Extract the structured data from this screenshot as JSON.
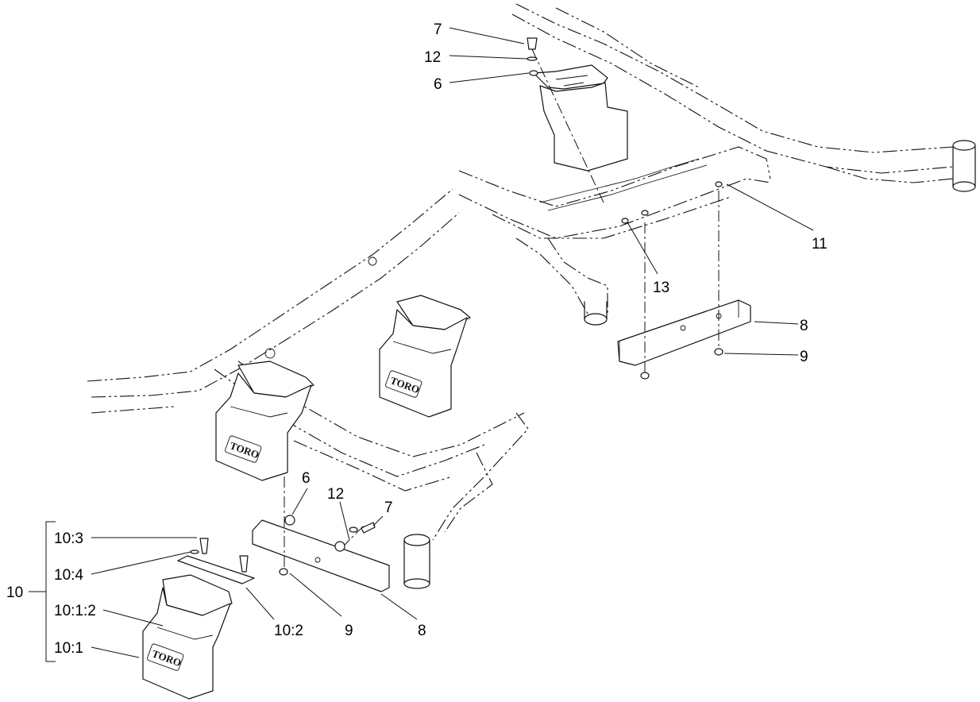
{
  "callouts": {
    "c7_top": "7",
    "c12_top": "12",
    "c6_top": "6",
    "c11": "11",
    "c13": "13",
    "c8_right": "8",
    "c9_right": "9",
    "c6_mid": "6",
    "c12_mid": "12",
    "c7_mid": "7",
    "c10": "10",
    "c10_3": "10:3",
    "c10_4": "10:4",
    "c10_1_2": "10:1:2",
    "c10_1": "10:1",
    "c10_2": "10:2",
    "c9_bottom": "9",
    "c8_bottom": "8"
  },
  "logo_text": "TORO"
}
